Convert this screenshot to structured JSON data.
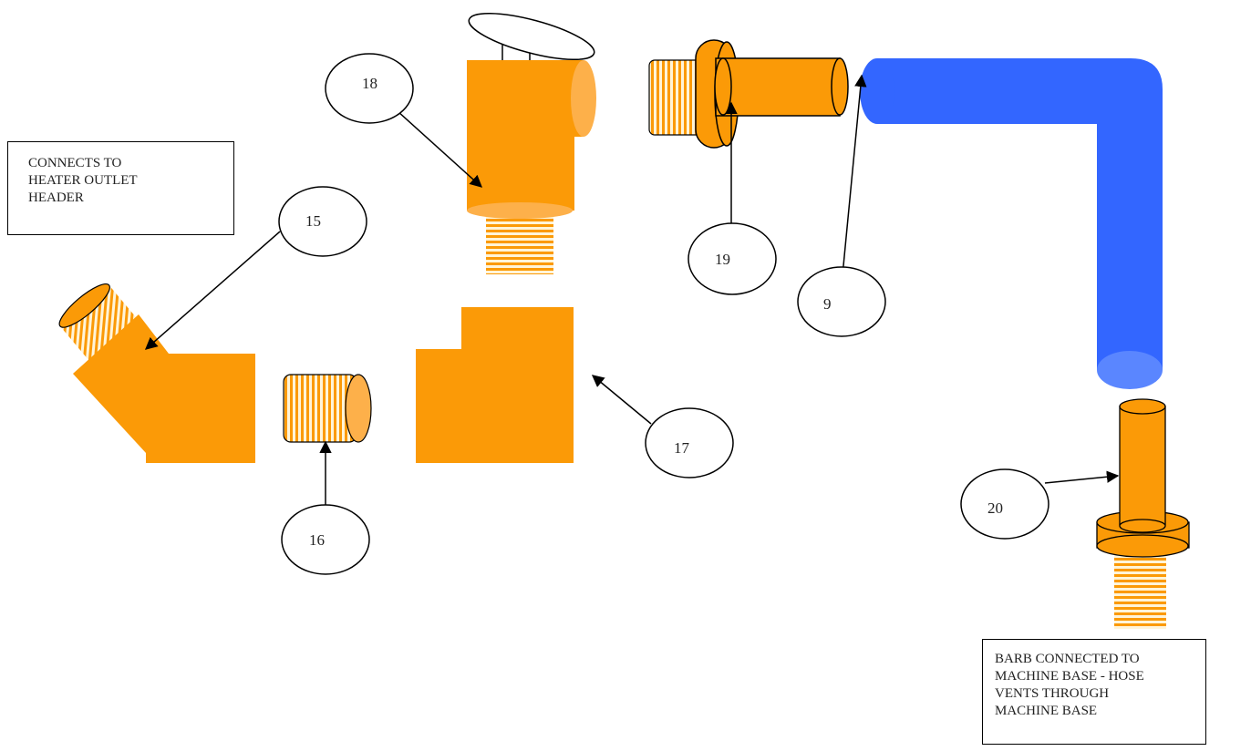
{
  "colors": {
    "orange": "#FB9A07",
    "orange_light": "#FDB04A",
    "thread_stripe": "#FFF4D8",
    "blue": "#3366FF",
    "blue_light": "#5A86FF",
    "outline": "#000000"
  },
  "callouts": {
    "c18": "18",
    "c19": "19",
    "c9": "9",
    "c15": "15",
    "c16": "16",
    "c17": "17",
    "c20": "20"
  },
  "notes": {
    "heater": [
      "CONNECTS TO",
      "HEATER OUTLET",
      "HEADER"
    ],
    "barb": [
      "BARB CONNECTED TO",
      "MACHINE BASE - HOSE",
      "VENTS THROUGH",
      "MACHINE BASE"
    ]
  },
  "parts": {
    "valve_18": "pressure relief valve",
    "adapter_19": "hose barb adapter",
    "hose_9": "vent hose",
    "elbow_15": "45 degree elbow",
    "nipple_16": "threaded nipple",
    "tee_17": "tee fitting",
    "barb_20": "barb fitting"
  }
}
